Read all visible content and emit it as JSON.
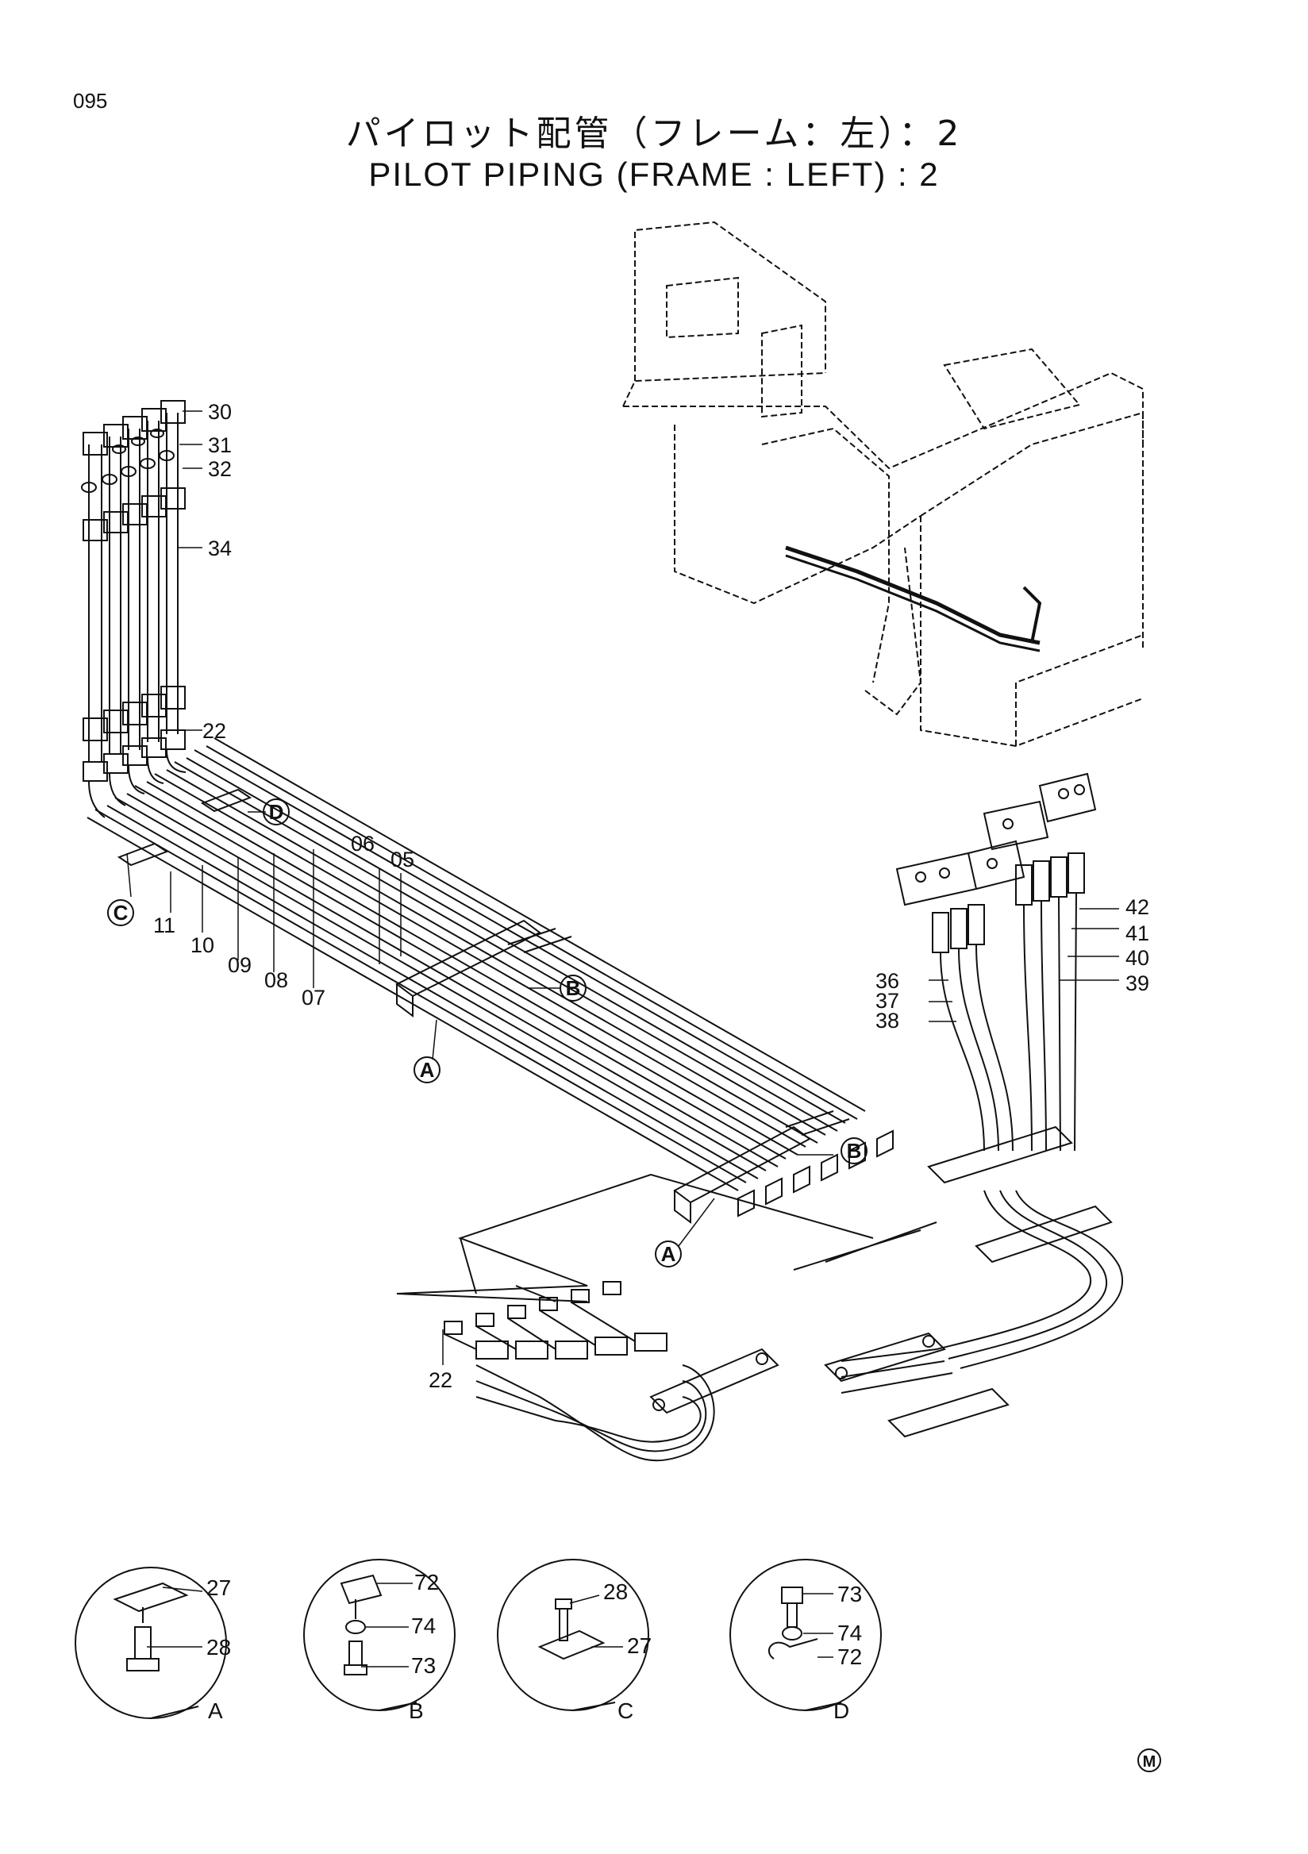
{
  "page_number": "095",
  "title_jp": "パイロット配管（フレーム：左）：2",
  "title_en": "PILOT PIPING (FRAME : LEFT) : 2",
  "part_labels": {
    "p30": "30",
    "p31": "31",
    "p32": "32",
    "p34": "34",
    "p22_top": "22",
    "p06": "06",
    "p05": "05",
    "p11": "11",
    "p10": "10",
    "p09": "09",
    "p08": "08",
    "p07": "07",
    "p42": "42",
    "p41": "41",
    "p40": "40",
    "p39": "39",
    "p36": "36",
    "p37": "37",
    "p38": "38",
    "p22_bottom": "22"
  },
  "refs": {
    "c": "C",
    "d": "D",
    "b1": "B",
    "b2": "B",
    "a1": "A",
    "a2": "A"
  },
  "details": [
    {
      "letter": "A",
      "parts": [
        "27",
        "28"
      ]
    },
    {
      "letter": "B",
      "parts": [
        "72",
        "74",
        "73"
      ]
    },
    {
      "letter": "C",
      "parts": [
        "28",
        "27"
      ]
    },
    {
      "letter": "D",
      "parts": [
        "73",
        "74",
        "72"
      ]
    }
  ],
  "mark": "M"
}
